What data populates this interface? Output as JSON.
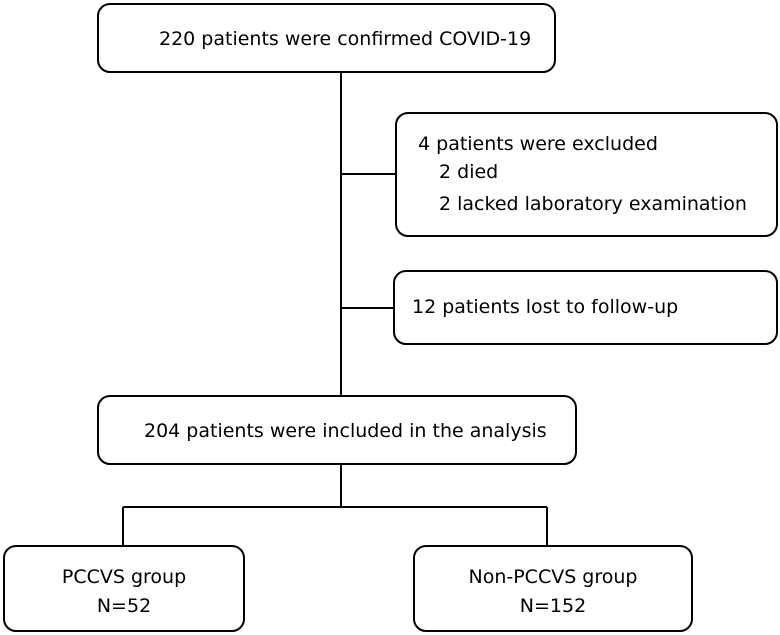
{
  "flowchart": {
    "confirmed": "220 patients were confirmed COVID-19",
    "excluded": {
      "title": "4 patients were excluded",
      "reason_1": "2 died",
      "reason_2": "2 lacked laboratory examination"
    },
    "lost": "12 patients lost to follow-up",
    "included": "204 patients were included in the analysis",
    "groups": [
      {
        "name": "PCCVS group",
        "n": "N=52"
      },
      {
        "name": "Non-PCCVS group",
        "n": "N=152"
      }
    ]
  },
  "colors": {
    "stroke": "#000000",
    "background": "#ffffff"
  }
}
